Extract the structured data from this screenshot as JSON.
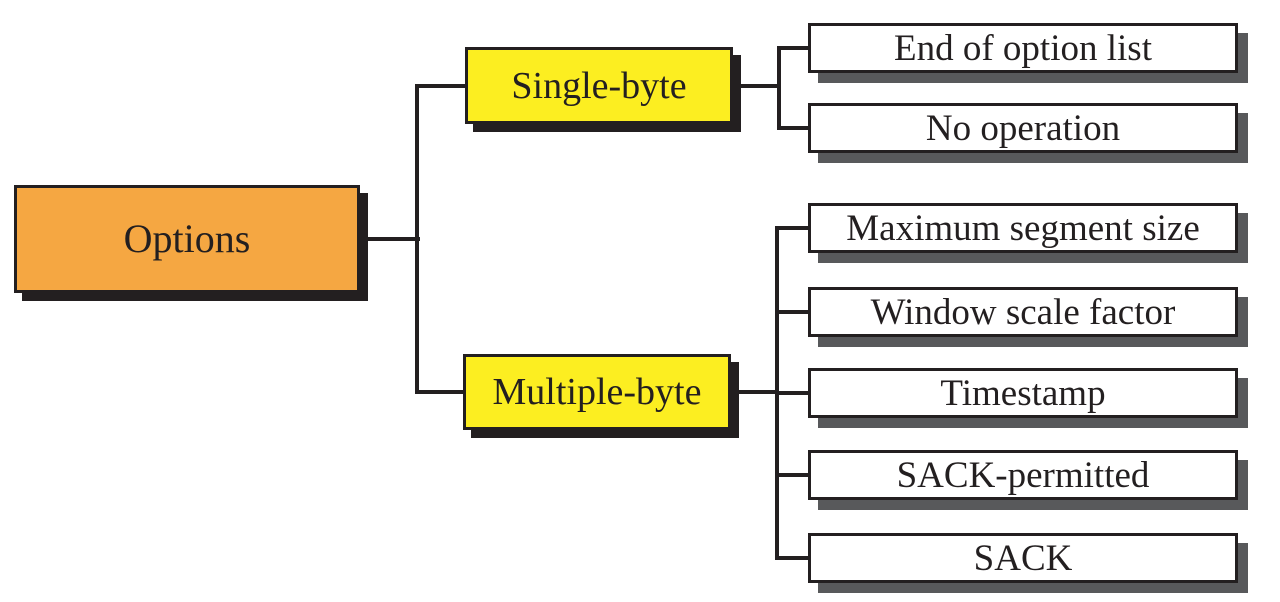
{
  "root": {
    "label": "Options"
  },
  "branches": [
    {
      "label": "Single-byte",
      "children": [
        {
          "label": "End of option list"
        },
        {
          "label": "No operation"
        }
      ]
    },
    {
      "label": "Multiple-byte",
      "children": [
        {
          "label": "Maximum segment size"
        },
        {
          "label": "Window scale factor"
        },
        {
          "label": "Timestamp"
        },
        {
          "label": "SACK-permitted"
        },
        {
          "label": "SACK"
        }
      ]
    }
  ],
  "colors": {
    "root_fill": "#f5a742",
    "branch_fill": "#fcee21",
    "leaf_fill": "#ffffff",
    "line": "#231f20",
    "text": "#231f20",
    "colored_shadow": "#231f20",
    "leaf_shadow": "#58595b"
  }
}
